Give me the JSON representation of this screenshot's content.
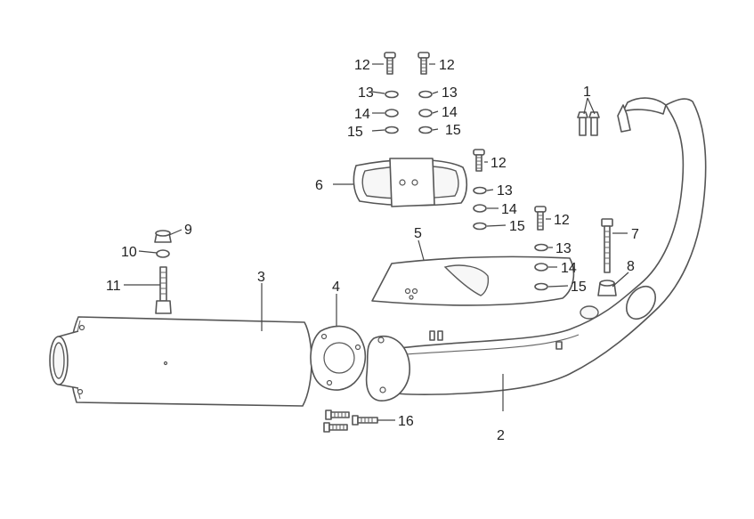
{
  "callouts": {
    "c1": "1",
    "c2": "2",
    "c3": "3",
    "c4": "4",
    "c5": "5",
    "c6": "6",
    "c7": "7",
    "c8": "8",
    "c9": "9",
    "c10": "10",
    "c11": "11",
    "c12a": "12",
    "c12b": "12",
    "c12c": "12",
    "c12d": "12",
    "c13a": "13",
    "c13b": "13",
    "c13c": "13",
    "c13d": "13",
    "c14a": "14",
    "c14b": "14",
    "c14c": "14",
    "c14d": "14",
    "c15a": "15",
    "c15b": "15",
    "c15c": "15",
    "c15d": "15",
    "c16": "16"
  }
}
